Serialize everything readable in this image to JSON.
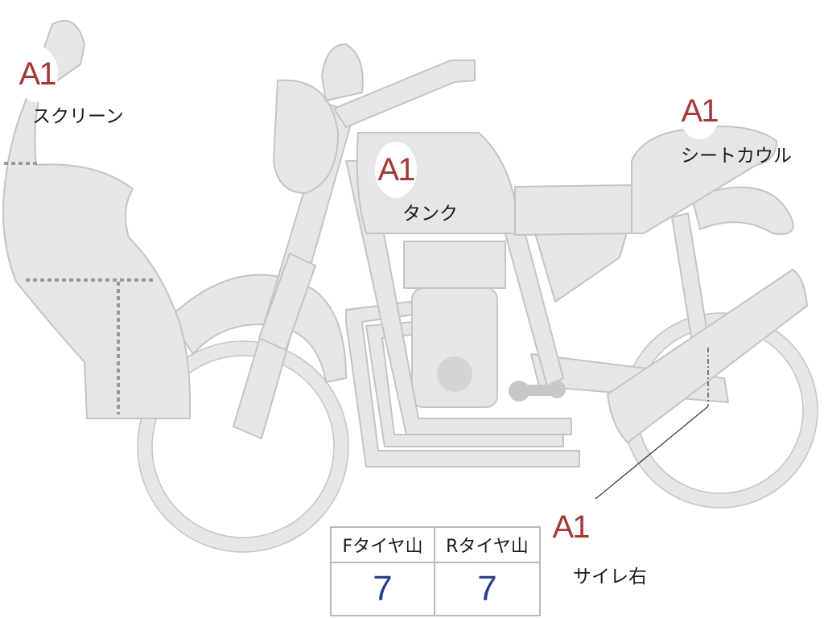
{
  "parts": [
    {
      "grade": "A1",
      "name": "スクリーン"
    },
    {
      "grade": "A1",
      "name": "タンク"
    },
    {
      "grade": "A1",
      "name": "シートカウル"
    },
    {
      "grade": "A1",
      "name": "サイレ右"
    }
  ],
  "tire_table": {
    "headers": [
      "Fタイヤ山",
      "Rタイヤ山"
    ],
    "values": [
      "7",
      "7"
    ]
  },
  "colors": {
    "body_fill": "#e6e6e4",
    "body_stroke": "#c2c2c2",
    "grade_text": "#a23a38",
    "value_text": "#2a3f8a",
    "dotted_line": "#9a9a9a"
  }
}
